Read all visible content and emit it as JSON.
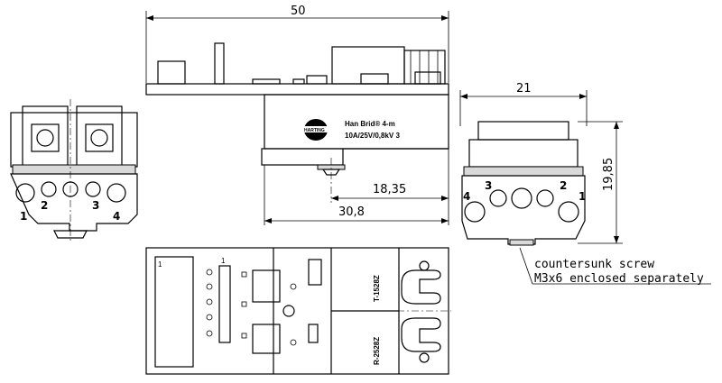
{
  "dimensions": {
    "length": "50",
    "width": "21",
    "height": "19,85",
    "offset_short": "18,35",
    "offset_long": "30,8"
  },
  "label": {
    "brand": "HARTING",
    "line1": "Han Brid® 4-m",
    "line2": "10A/25V/0,8kV 3"
  },
  "front_view_pins": [
    "1",
    "2",
    "3",
    "4"
  ],
  "side_view_pins": [
    "4",
    "3",
    "2",
    "1"
  ],
  "bottom_view": {
    "marker_left": "1",
    "marker_pcb": "1",
    "part_top": "T-1528Z",
    "part_bottom": "R-2528Z"
  },
  "note": {
    "line1": "countersunk screw",
    "line2": "M3x6 enclosed separately"
  }
}
